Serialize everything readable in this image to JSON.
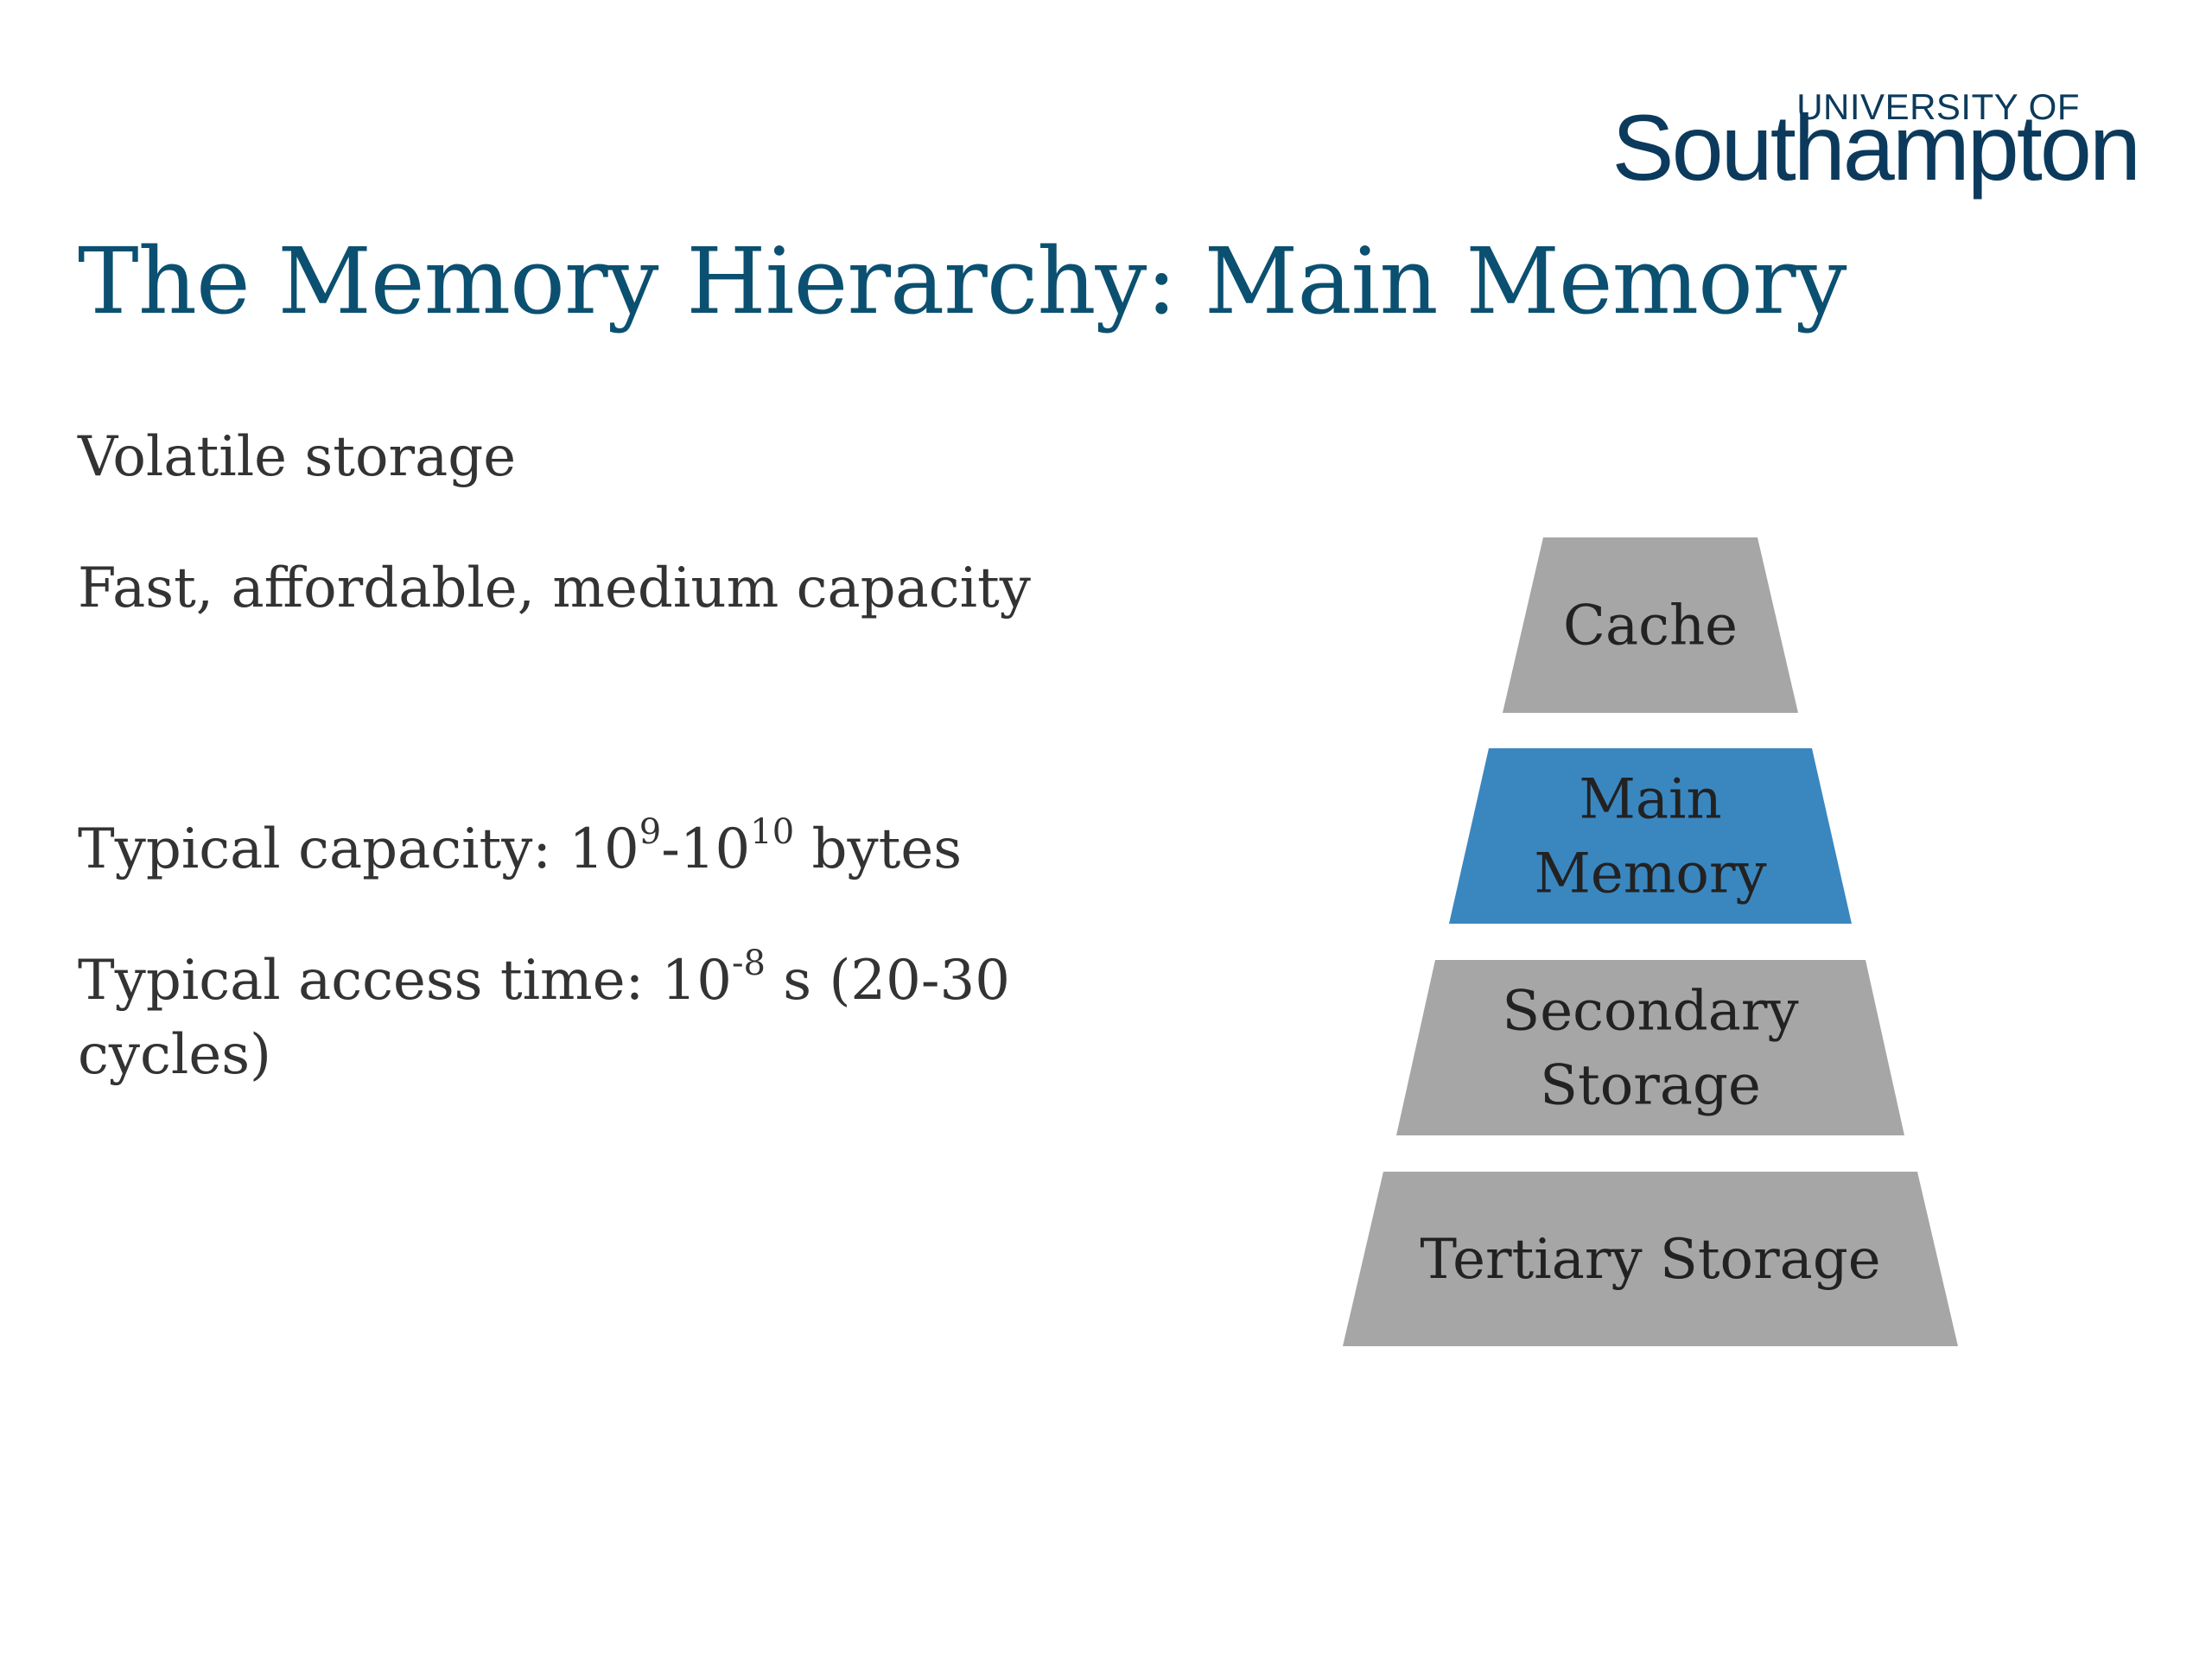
{
  "logo": {
    "line1": "UNIVERSITY OF",
    "line2": "Southampton"
  },
  "title": "The Memory Hierarchy: Main Memory",
  "body": {
    "p1": "Volatile storage",
    "p2": "Fast, affordable, medium capacity",
    "p3": {
      "prefix": "Typical capacity: 10",
      "exp1": "9",
      "mid": "-10",
      "exp2": "10",
      "suffix": " bytes"
    },
    "p4": {
      "prefix": "Typical access time: 10",
      "exp": "-8",
      "suffix": " s (20-30 cycles)"
    }
  },
  "pyramid": {
    "highlight_color": "#3a87c0",
    "default_color": "#a6a6a6",
    "layers": [
      {
        "lines": [
          "Cache"
        ],
        "highlighted": false
      },
      {
        "lines": [
          "Main",
          "Memory"
        ],
        "highlighted": true
      },
      {
        "lines": [
          "Secondary",
          "Storage"
        ],
        "highlighted": false
      },
      {
        "lines": [
          "Tertiary Storage"
        ],
        "highlighted": false
      }
    ]
  }
}
